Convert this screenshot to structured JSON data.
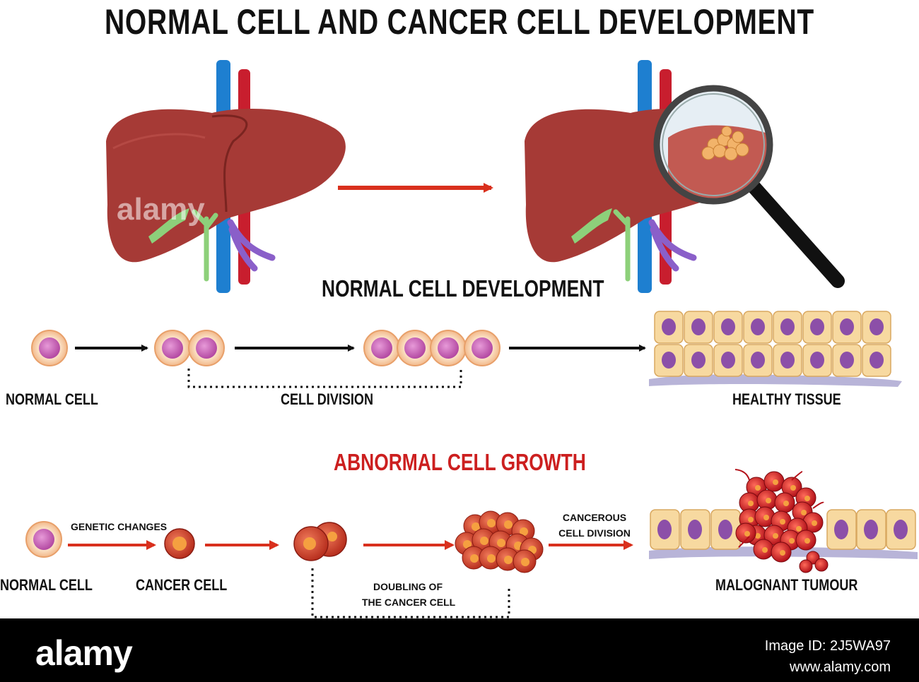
{
  "title": "NORMAL CELL AND CANCER CELL DEVELOPMENT",
  "normal_section": {
    "heading": "NORMAL CELL DEVELOPMENT",
    "labels": {
      "normal_cell": "NORMAL CELL",
      "cell_division": "CELL DIVISION",
      "healthy_tissue": "HEALTHY TISSUE"
    }
  },
  "abnormal_section": {
    "heading": "ABNORMAL CELL GROWTH",
    "labels": {
      "normal_cell": "NORMAL CELL",
      "genetic_changes": "GENETIC CHANGES",
      "cancer_cell": "CANCER CELL",
      "doubling_line1": "DOUBLING OF",
      "doubling_line2": "THE CANCER CELL",
      "cancerous_line1": "CANCEROUS",
      "cancerous_line2": "CELL DIVISION",
      "malignant_tumour": "MALOGNANT TUMOUR"
    }
  },
  "watermark": {
    "brand": "alamy",
    "image_id": "Image ID: 2J5WA97",
    "site": "www.alamy.com"
  },
  "colors": {
    "liver": "#a63a36",
    "liver_dark": "#7a2420",
    "vein_blue": "#1e7fd0",
    "artery_red": "#c81e2e",
    "bile_green": "#8dd07a",
    "portal_purple": "#8a5fc9",
    "arrow_red": "#d9301d",
    "abnormal_heading": "#cc1f1f",
    "cell_membrane": "#f7c9a0",
    "cell_nucleus": "#c45ab6",
    "tissue_cell": "#f7d9a0",
    "tissue_nucleus": "#8c4fa8",
    "cancer_cell": "#d9503a"
  }
}
